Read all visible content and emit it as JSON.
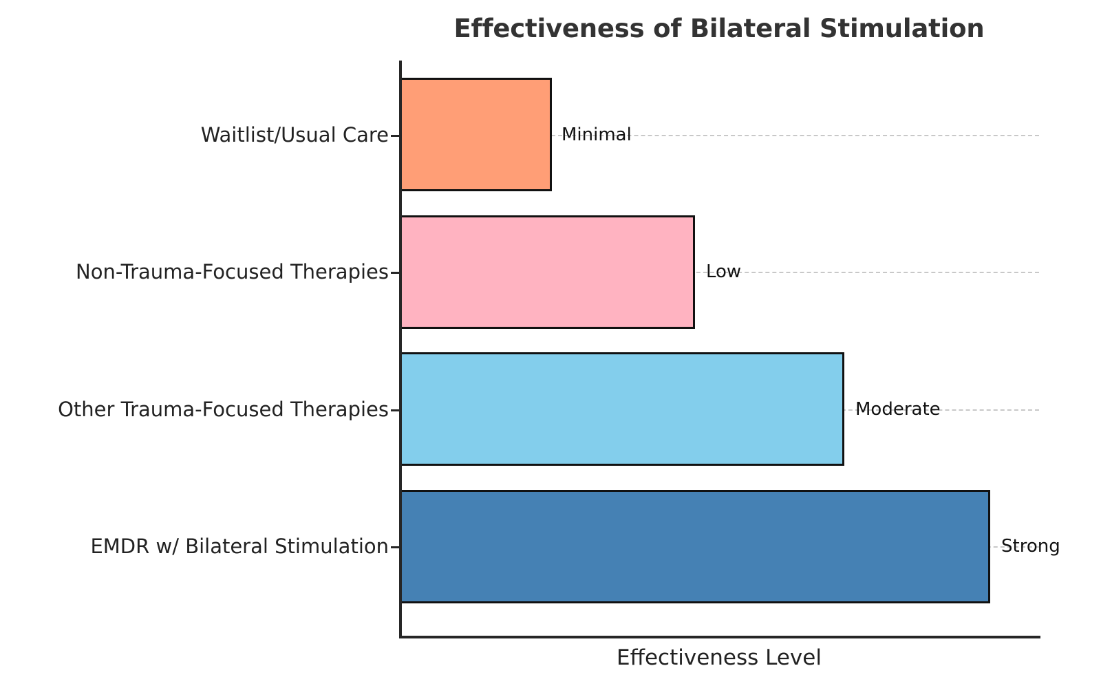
{
  "chart_data": {
    "type": "bar",
    "orientation": "horizontal",
    "title": "Effectiveness of Bilateral Stimulation",
    "xlabel": "Effectiveness Level",
    "ylabel": "",
    "grid": true,
    "grid_axis": "y",
    "grid_style": "dashed",
    "legend": false,
    "xlim": [
      0,
      4.35
    ],
    "xtick_labels": [],
    "categories": [
      "Waitlist/Usual Care",
      "Non-Trauma-Focused Therapies",
      "Other Trauma-Focused Therapies",
      "EMDR w/ Bilateral Stimulation"
    ],
    "values": [
      1,
      2,
      3,
      4
    ],
    "value_labels": [
      "Minimal",
      "Low",
      "Moderate",
      "Strong"
    ],
    "colors": [
      "#ff9e76",
      "#ffb3c1",
      "#83ceec",
      "#4581b4"
    ],
    "bar_edge_color": "#111111",
    "title_color": "#333333",
    "bars": [
      {
        "category": "Waitlist/Usual Care",
        "value": 1,
        "value_label": "Minimal",
        "color": "#ff9e76"
      },
      {
        "category": "Non-Trauma-Focused Therapies",
        "value": 2,
        "value_label": "Low",
        "color": "#ffb3c1"
      },
      {
        "category": "Other Trauma-Focused Therapies",
        "value": 3,
        "value_label": "Moderate",
        "color": "#83ceec"
      },
      {
        "category": "EMDR w/ Bilateral Stimulation",
        "value": 4,
        "value_label": "Strong",
        "color": "#4581b4"
      }
    ]
  }
}
